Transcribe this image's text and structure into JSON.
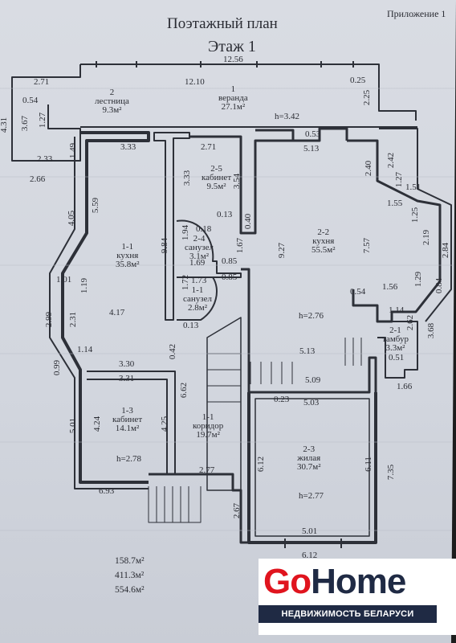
{
  "header": {
    "title": "Поэтажный план",
    "floor": "Этаж 1",
    "appendix": "Приложение 1"
  },
  "rooms": [
    {
      "id": "stair",
      "number": "2",
      "name": "лестница",
      "area": "9.3м²"
    },
    {
      "id": "veranda",
      "number": "1",
      "name": "веранда",
      "area": "27.1м²"
    },
    {
      "id": "kitchen-left",
      "number": "1-1",
      "name": "кухня",
      "area": "35.8м²"
    },
    {
      "id": "study-top",
      "number": "2-5",
      "name": "кабинет",
      "area": "9.5м²"
    },
    {
      "id": "bath-2-4",
      "number": "2-4",
      "name": "санузел",
      "area": "3.1м²"
    },
    {
      "id": "bath-1-1",
      "number": "1-1",
      "name": "санузел",
      "area": "2.8м²"
    },
    {
      "id": "kitchen-right",
      "number": "2-2",
      "name": "кухня",
      "area": "55.5м²"
    },
    {
      "id": "vestibule",
      "number": "2-1",
      "name": "тамбур",
      "area": "3.3м²"
    },
    {
      "id": "study-bottom",
      "number": "1-3",
      "name": "кабинет",
      "area": "14.1м²"
    },
    {
      "id": "corridor",
      "number": "1-1",
      "name": "коридор",
      "area": "19.7м²"
    },
    {
      "id": "living",
      "number": "2-3",
      "name": "жилая",
      "area": "30.7м²"
    }
  ],
  "heights": {
    "veranda": "h=3.42",
    "kitchen_right": "h=2.76",
    "study_bottom": "h=2.78",
    "living": "h=2.77"
  },
  "dimensions": {
    "top_outer": "12.56",
    "top_inner": "12.10",
    "stair_top": "2.71",
    "stair_side_a": "0.54",
    "stair_side_b": "1.27",
    "stair_side_c": "3.67",
    "left_total": "4.31",
    "stair_bottom": "2.33",
    "stair_mid": "1.49",
    "left_2_66": "2.66",
    "veranda_right": "0.25",
    "veranda_side": "2.25",
    "k1_top": "3.33",
    "k1_side": "5.59",
    "k1_outer": "4.05",
    "k1_bay": "1.01",
    "k1_bay_in": "1.19",
    "k1_height": "2.99",
    "k1_2_31": "2.31",
    "k1_4_17": "4.17",
    "k1_1_14": "1.14",
    "k1_0_99": "0.99",
    "k1_bottom_a": "3.30",
    "k1_bottom_b": "3.31",
    "k1_0_42": "0.42",
    "k1_6_62": "6.62",
    "s25_top": "2.71",
    "s25_left": "3.33",
    "s25_right": "3.54",
    "s24_013": "0.13",
    "s24_040": "0.40",
    "s24_018": "0.18",
    "s24_194": "1.94",
    "s24_169": "1.69",
    "s24_085a": "0.85",
    "s24_085b": "0.85",
    "s11_172": "1.72",
    "s11_173": "1.73",
    "s11_013": "0.13",
    "cor_167": "1.67",
    "wall_984": "9.84",
    "k2_053": "0.53",
    "k2_513_top": "5.13",
    "k2_240": "2.40",
    "k2_242": "2.42",
    "k2_127": "1.27",
    "k2_155": "1.55",
    "k2_151": "1.51",
    "k2_125": "1.25",
    "k2_219": "2.19",
    "k2_284": "2.84",
    "k2_927": "9.27",
    "k2_757": "7.57",
    "k2_129": "1.29",
    "k2_084": "0.84",
    "k2_054": "0.54",
    "k2_156": "1.56",
    "k2_114": "1.14",
    "k2_262": "2.62",
    "k2_368": "3.68",
    "k2_513_mid": "5.13",
    "k2_051": "0.51",
    "k2_509": "5.09",
    "k2_166": "1.66",
    "l_023": "0.23",
    "l_503": "5.03",
    "c13_501": "5.01",
    "c13_424": "4.24",
    "c13_425": "4.25",
    "c13_693": "6.93",
    "cor_277": "2.77",
    "cor_267": "2.67",
    "l_612_left": "6.12",
    "l_611_right": "6.11",
    "l_735": "7.35",
    "l_501_bottom": "5.01",
    "l_612_bottom": "6.12"
  },
  "totals": [
    "158.7м²",
    "411.3м²",
    "554.6м²"
  ],
  "logo": {
    "brand_go": "Go",
    "brand_home": "Home",
    "tagline": "НЕДВИЖИМОСТЬ БЕЛАРУСИ",
    "colors": {
      "red": "#e0141e",
      "navy": "#1f2a44"
    }
  }
}
